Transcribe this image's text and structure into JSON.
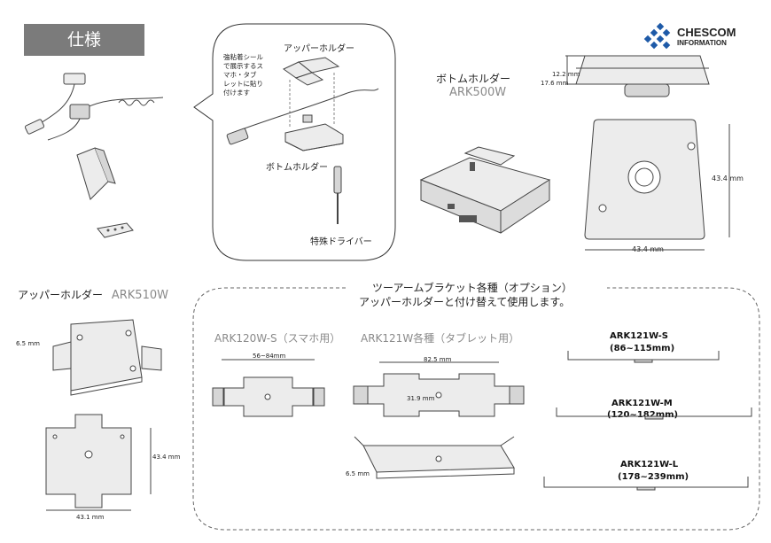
{
  "spec": {
    "badge": "仕様"
  },
  "brand": {
    "line1": "CHESCOM",
    "line2": "INFORMATION",
    "accent": "#1e5aa8"
  },
  "kit": {
    "upper_holder": "アッパーホルダー",
    "sticker_note": [
      "強粘着シール",
      "で展示するス",
      "マホ・タブ",
      "レットに貼り",
      "付けます"
    ],
    "bottom_holder": "ボトムホルダー",
    "driver": "特殊ドライバー"
  },
  "bottom": {
    "title": "ボトムホルダー",
    "model": "ARK500W",
    "dims": {
      "h1": "12.2 mm",
      "h2": "17.6 mm",
      "height": "43.4 mm",
      "width": "43.4 mm"
    }
  },
  "upper": {
    "title": "アッパーホルダー",
    "model": "ARK510W",
    "dims": {
      "thick": "6.5 mm",
      "height": "43.4 mm",
      "width": "43.1 mm"
    }
  },
  "options": {
    "heading1": "ツーアームブラケット各種（オプション）",
    "heading2": "アッパーホルダーと付け替えて使用します。",
    "s_title": "ARK120W-S（スマホ用）",
    "s_dim": "56~84mm",
    "tab_title": "ARK121W各種（タブレット用）",
    "tab_dims": {
      "width": "82.5 mm",
      "height": "31.9 mm",
      "thick": "6.5 mm"
    },
    "variants": [
      {
        "name": "ARK121W-S",
        "range": "(86~115mm)"
      },
      {
        "name": "ARK121W-M",
        "range": "(120~182mm)"
      },
      {
        "name": "ARK121W-L",
        "range": "(178~239mm)"
      }
    ]
  }
}
